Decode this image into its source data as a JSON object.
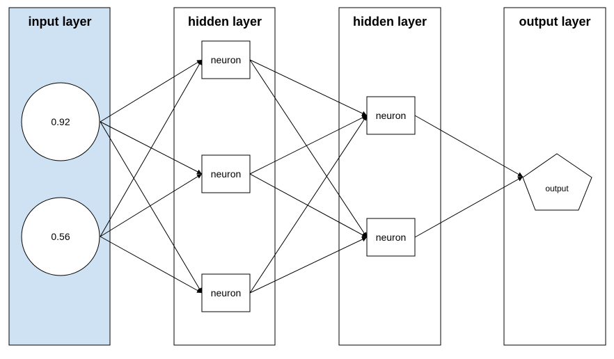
{
  "colors": {
    "input_fill": "#cfe2f3",
    "stroke": "#000000",
    "background": "#ffffff"
  },
  "layers": [
    {
      "title": "input layer"
    },
    {
      "title": "hidden layer"
    },
    {
      "title": "hidden layer"
    },
    {
      "title": "output layer"
    }
  ],
  "inputs": [
    {
      "value": "0.92"
    },
    {
      "value": "0.56"
    }
  ],
  "hidden1": [
    {
      "label": "neuron"
    },
    {
      "label": "neuron"
    },
    {
      "label": "neuron"
    }
  ],
  "hidden2": [
    {
      "label": "neuron"
    },
    {
      "label": "neuron"
    }
  ],
  "output": {
    "label": "output"
  }
}
